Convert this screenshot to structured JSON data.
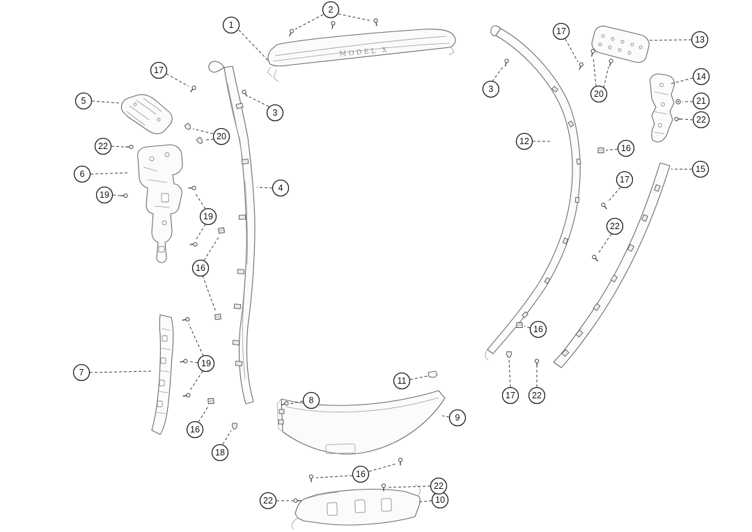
{
  "figure": {
    "applique_text": "MODEL X"
  },
  "colors": {
    "line": "#3a3a3a",
    "part_fill": "#fbfbfb",
    "part_stroke": "#6a6a6a"
  },
  "callouts": [
    {
      "label": "1"
    },
    {
      "label": "2"
    },
    {
      "label": "3"
    },
    {
      "label": "3"
    },
    {
      "label": "4"
    },
    {
      "label": "5"
    },
    {
      "label": "6"
    },
    {
      "label": "7"
    },
    {
      "label": "8"
    },
    {
      "label": "9"
    },
    {
      "label": "10"
    },
    {
      "label": "11"
    },
    {
      "label": "12"
    },
    {
      "label": "13"
    },
    {
      "label": "14"
    },
    {
      "label": "15"
    },
    {
      "label": "16"
    },
    {
      "label": "16"
    },
    {
      "label": "16"
    },
    {
      "label": "16"
    },
    {
      "label": "16"
    },
    {
      "label": "17"
    },
    {
      "label": "17"
    },
    {
      "label": "17"
    },
    {
      "label": "17"
    },
    {
      "label": "18"
    },
    {
      "label": "19"
    },
    {
      "label": "19"
    },
    {
      "label": "19"
    },
    {
      "label": "20"
    },
    {
      "label": "20"
    },
    {
      "label": "21"
    },
    {
      "label": "22"
    },
    {
      "label": "22"
    },
    {
      "label": "22"
    },
    {
      "label": "22"
    },
    {
      "label": "22"
    },
    {
      "label": "22"
    }
  ]
}
